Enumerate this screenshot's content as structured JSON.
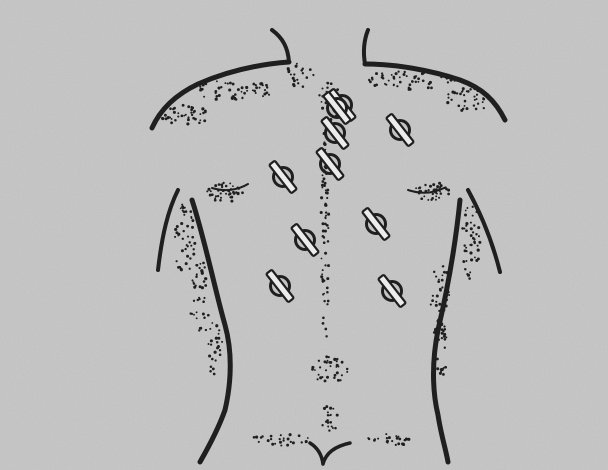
{
  "figure": {
    "subject": "human back",
    "view": "posterior",
    "style": "pen-and-ink line drawing with stipple shading",
    "background_color": "#c9c9c9",
    "ink_color": "#1f1f1f",
    "marker_count": 10,
    "marker_icon": "circle-with-slash-marker-icon"
  }
}
